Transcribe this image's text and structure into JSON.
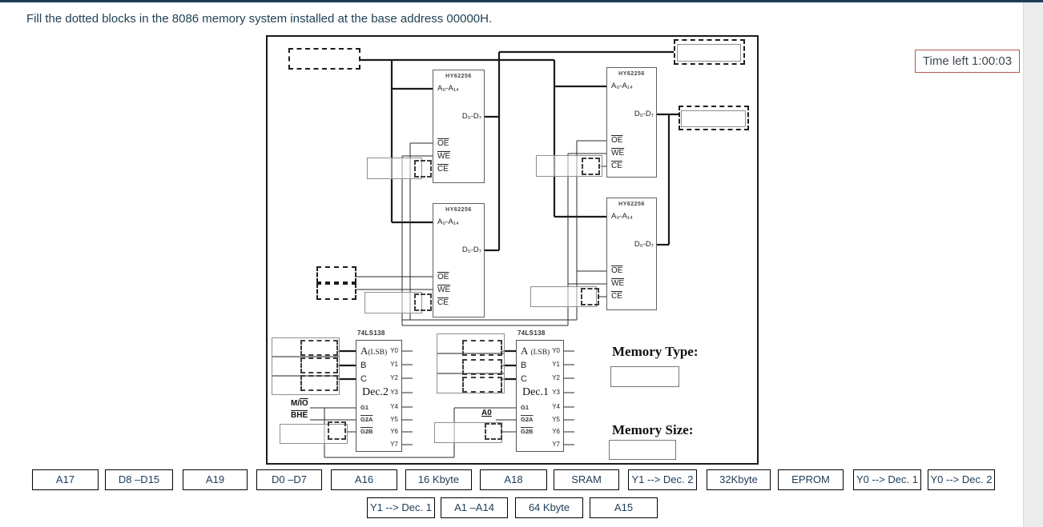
{
  "page": {
    "instruction": "Fill the dotted blocks in the 8086 memory system installed at the base address 00000H.",
    "timer_label": "Time left 1:00:03"
  },
  "colors": {
    "accent_top_bar": "#1d3b55",
    "timer_border": "#b4564f",
    "instruction_text": "#1e3f53",
    "option_text": "#1d3c58"
  },
  "diagram": {
    "chip": {
      "name": "HY62256",
      "addr_pin": "A₀-A₁₄",
      "data_pin": "D₀-D₇",
      "oe_pin": "OE",
      "we_pin": "WE",
      "ce_pin": "CE"
    },
    "decoder": {
      "part": "74LS138",
      "dec2_name": "Dec.2",
      "dec1_name": "Dec.1",
      "pin_a": "A",
      "pin_a_suffix": "(LSB)",
      "pin_b": "B",
      "pin_c": "C",
      "g1": "G1",
      "g2a": "G2A",
      "g2b": "G2B",
      "outputs": [
        "Y0",
        "Y1",
        "Y2",
        "Y3",
        "Y4",
        "Y5",
        "Y6",
        "Y7"
      ]
    },
    "signals": {
      "mio_prefix": "M/",
      "mio_overline": "IO",
      "bhe": "BHE",
      "a0": "A0"
    },
    "memory_type_label": "Memory Type:",
    "memory_size_label": "Memory Size:"
  },
  "options": {
    "row1": [
      "A17",
      "D8 –D15",
      "A19",
      "D0 –D7",
      "A16",
      "16 Kbyte",
      "A18",
      "SRAM",
      "Y1 --> Dec. 2",
      "32Kbyte",
      "EPROM",
      "Y0 --> Dec. 1",
      "Y0 --> Dec. 2"
    ],
    "row2": [
      "Y1 --> Dec. 1",
      "A1 –A14",
      "64 Kbyte",
      "A15"
    ]
  }
}
